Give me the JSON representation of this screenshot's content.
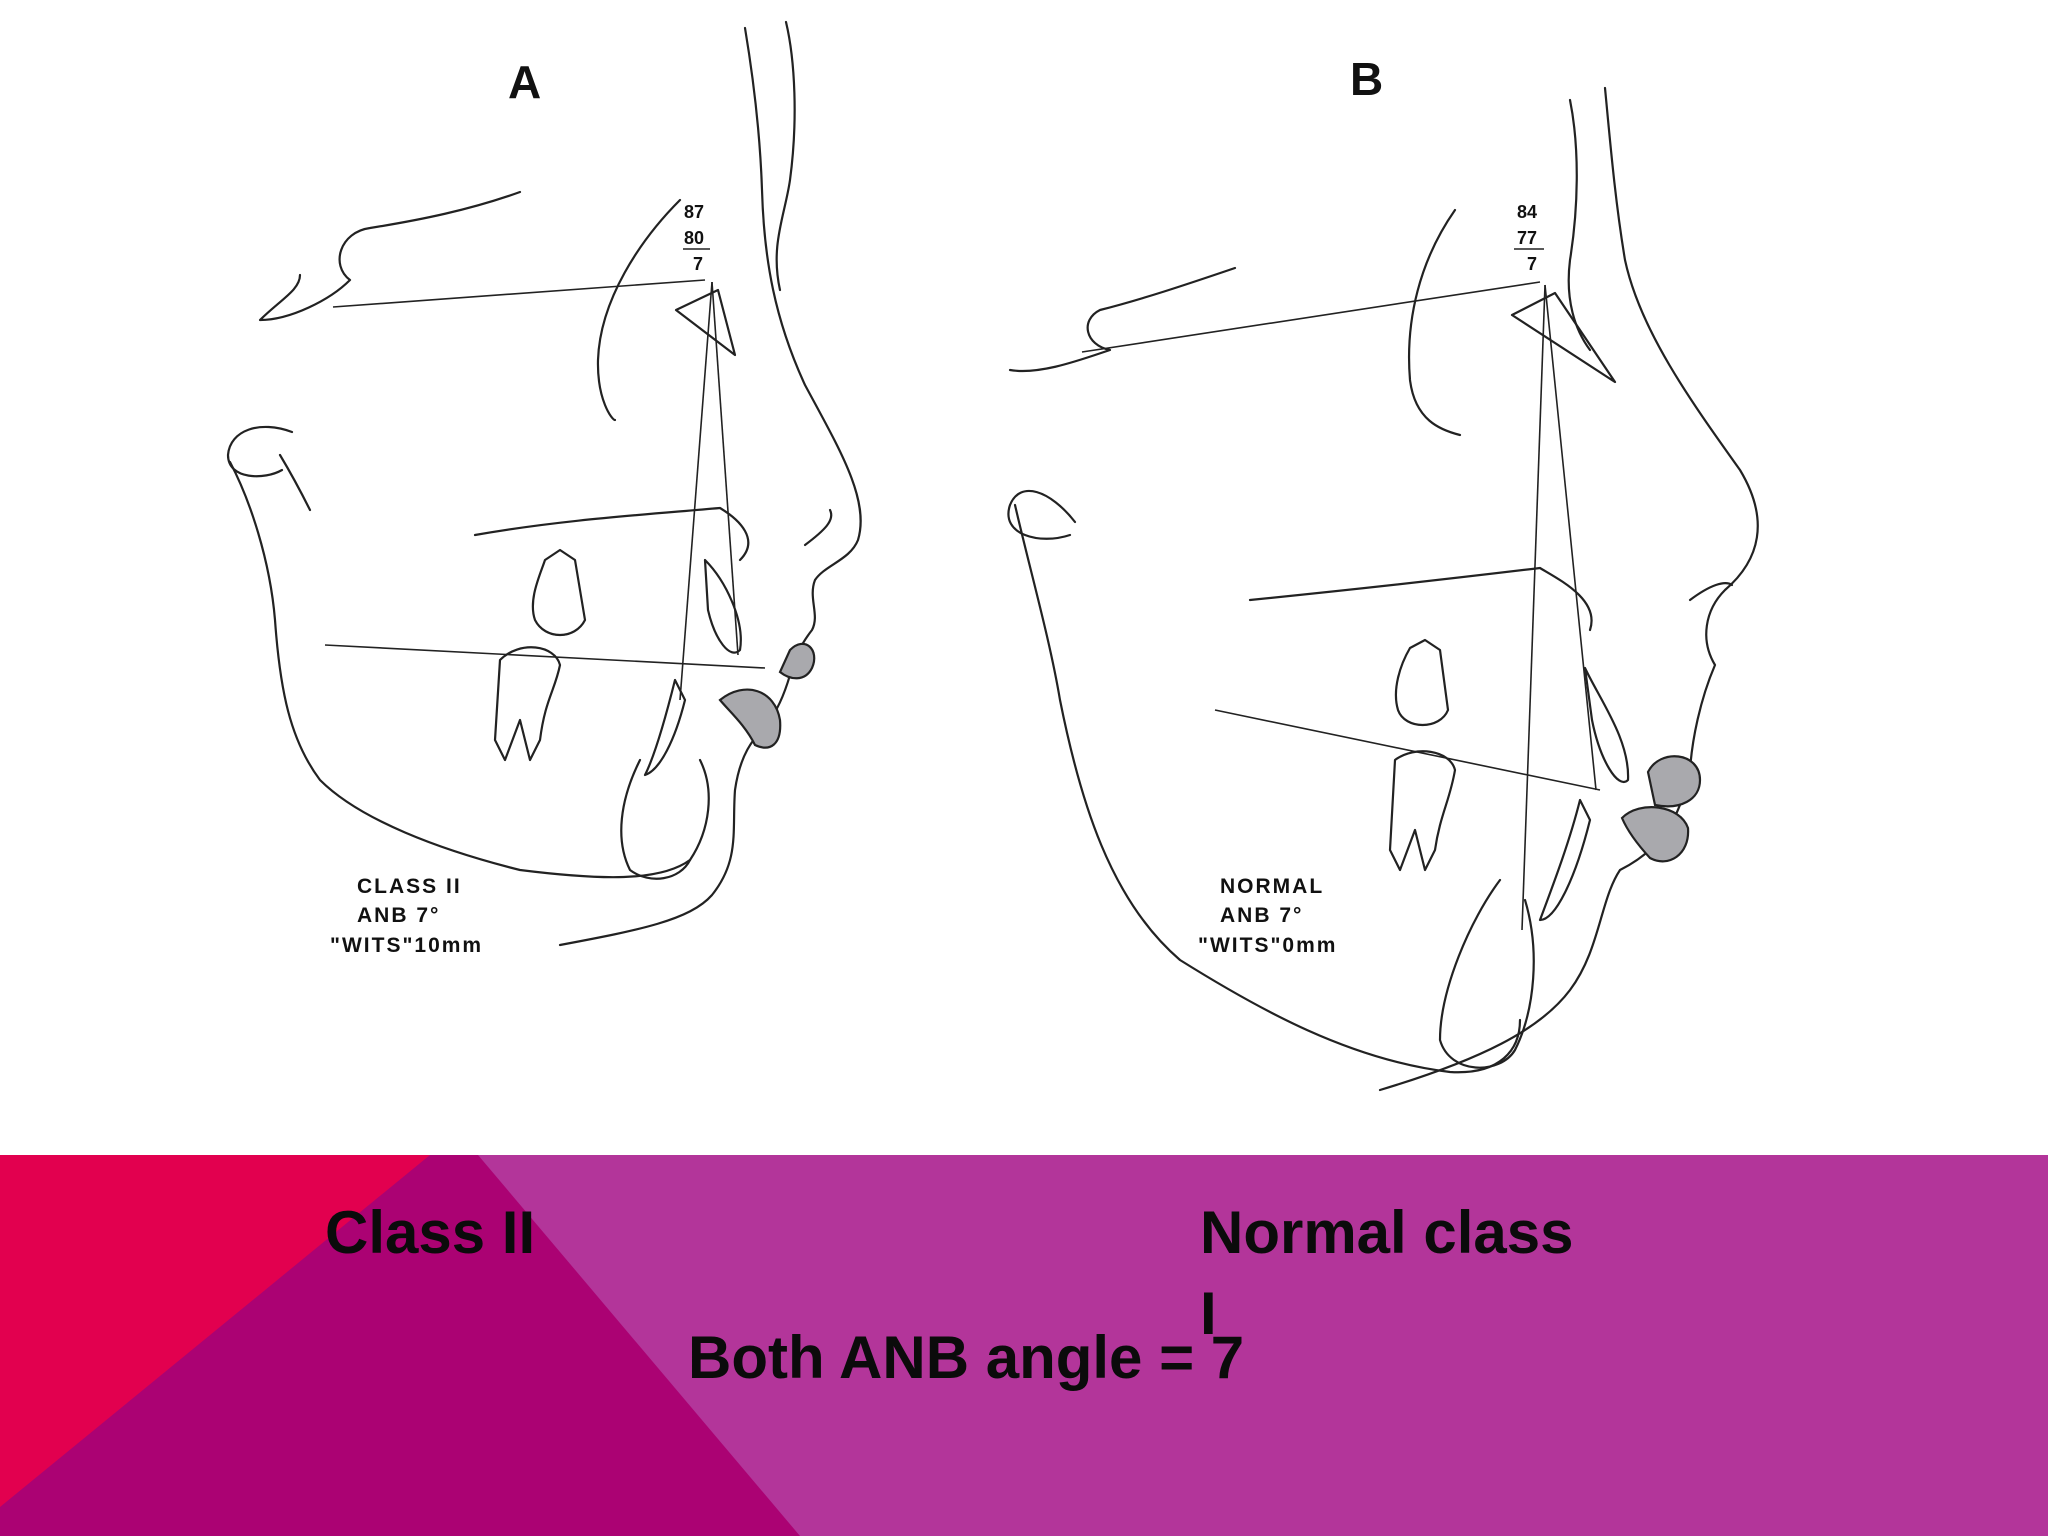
{
  "figure": {
    "panel_a": {
      "letter": "A",
      "angles": {
        "sna": "87",
        "snb": "80",
        "anb": "7"
      },
      "note_lines": [
        "CLASS II",
        "ANB 7°",
        "\"WITS\"10mm"
      ]
    },
    "panel_b": {
      "letter": "B",
      "angles": {
        "sna": "84",
        "snb": "77",
        "anb": "7"
      },
      "note_lines": [
        "NORMAL",
        "ANB 7°",
        "\"WITS\"0mm"
      ]
    }
  },
  "captions": {
    "left": "Class II",
    "right_line1": "Normal class",
    "right_line2": "I",
    "bottom": "Both  ANB angle = 7"
  },
  "colors": {
    "band_purple": "#b3359a",
    "band_magenta": "#ab0273",
    "band_red": "#e2004f",
    "lip_gray": "#a9a9ad"
  }
}
